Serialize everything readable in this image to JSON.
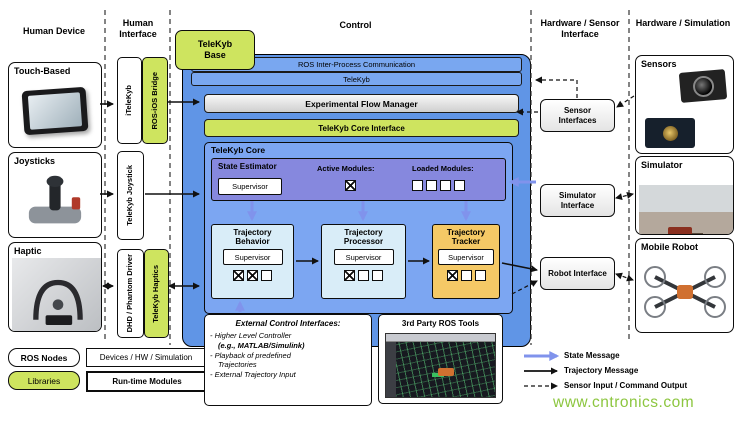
{
  "headers": {
    "human_device": "Human Device",
    "human_interface": "Human Interface",
    "control": "Control",
    "hw_sensor_interface": "Hardware / Sensor Interface",
    "hw_simulation": "Hardware / Simulation"
  },
  "devices": {
    "touch": "Touch-Based",
    "joysticks": "Joysticks",
    "haptic": "Haptic"
  },
  "human_interface": {
    "itelekyb": "iTeleKyb",
    "ros_ios_bridge": "ROS-iOS Bridge",
    "telekyb_joystick": "TeleKyb Joystick",
    "dhd_phantom_driver": "DHD / Phantom Driver",
    "telekyb_haptics": "TeleKyb Haptics"
  },
  "control": {
    "telekyb_base": "TeleKyb Base",
    "ros_ipc": "ROS Inter-Process Communication",
    "telekyb": "TeleKyb",
    "experimental_flow_manager": "Experimental Flow Manager",
    "telekyb_core_interface": "TeleKyb Core Interface",
    "core": {
      "title": "TeleKyb Core",
      "state_estimator": {
        "title": "State Estimator",
        "supervisor": "Supervisor",
        "active_modules_label": "Active Modules:",
        "active_modules": [
          "x"
        ],
        "loaded_modules_label": "Loaded Modules:",
        "loaded_modules": [
          "o",
          "o",
          "o",
          "o"
        ]
      },
      "trajectory_behavior": {
        "title": "Trajectory Behavior",
        "supervisor": "Supervisor",
        "modules": [
          "x",
          "x",
          "o"
        ]
      },
      "trajectory_processor": {
        "title": "Trajectory Processor",
        "supervisor": "Supervisor",
        "modules": [
          "x",
          "o",
          "o"
        ]
      },
      "trajectory_tracker": {
        "title": "Trajectory Tracker",
        "supervisor": "Supervisor",
        "modules": [
          "x",
          "o",
          "o"
        ]
      }
    },
    "external_control": {
      "title": "External Control Interfaces:",
      "lines": [
        "- Higher Level Controller",
        "(e.g., MATLAB/Simulink)",
        "- Playback of predefined",
        "Trajectories",
        "- External Trajectory Input"
      ]
    },
    "ros_tools_title": "3rd Party ROS Tools"
  },
  "hw_interfaces": {
    "sensor": "Sensor Interfaces",
    "simulator": "Simulator Interface",
    "robot": "Robot Interface"
  },
  "hardware": {
    "sensors": "Sensors",
    "simulator": "Simulator",
    "mobile_robot": "Mobile Robot"
  },
  "legend": {
    "ros_nodes": "ROS Nodes",
    "libraries": "Libraries",
    "devices_hw_simulation": "Devices / HW / Simulation",
    "runtime_modules": "Run-time Modules",
    "state_message": "State Message",
    "trajectory_message": "Trajectory Message",
    "sensor_io": "Sensor Input / Command Output"
  },
  "watermark": "www.cntronics.com",
  "colors": {
    "green": "#cee45f",
    "blue_main": "#6095e6",
    "blue_bar": "#79a7f0",
    "core_blue": "#7ca6f2",
    "purple": "#8688de",
    "light_blue": "#d9edf8",
    "orange": "#f5c966",
    "state_arrow_blue": "#8093ec",
    "watermark_green": "#8cc63f"
  }
}
